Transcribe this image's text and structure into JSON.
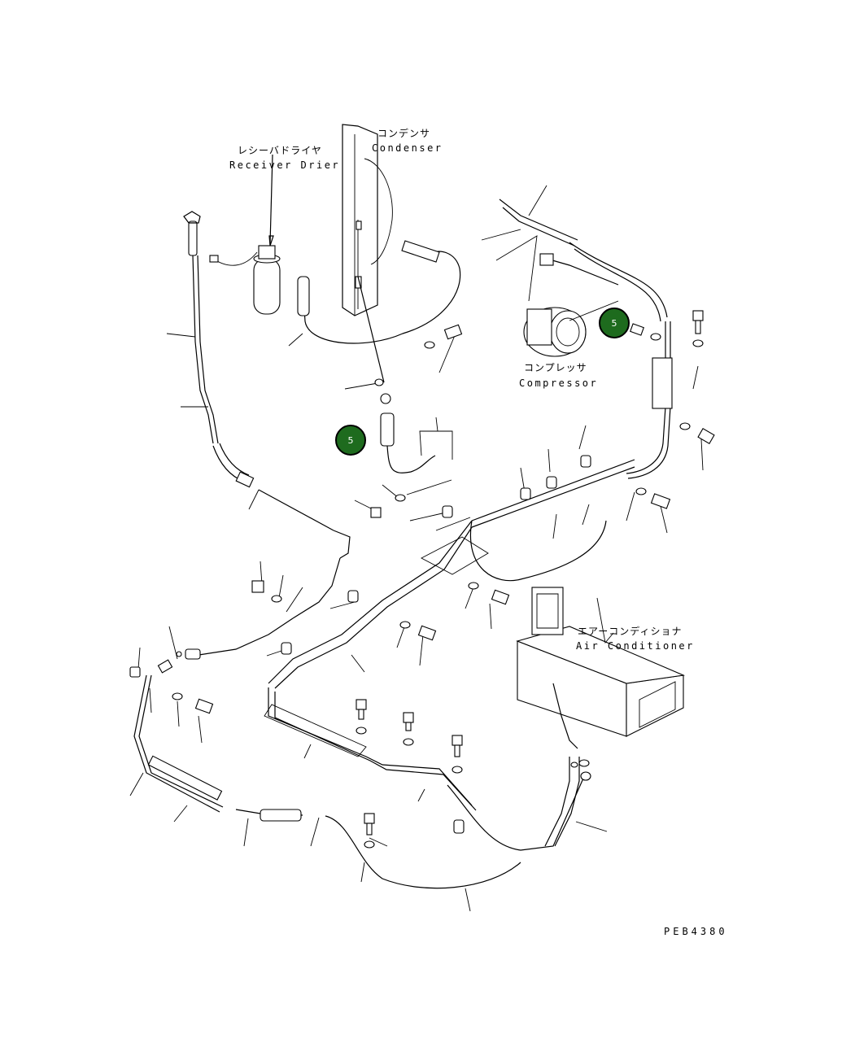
{
  "labels": {
    "receiver_drier_jp": "レシーバドライヤ",
    "receiver_drier_en": "Receiver Drier",
    "condenser_jp": "コンデンサ",
    "condenser_en": "Condenser",
    "compressor_jp": "コンプレッサ",
    "compressor_en": "Compressor",
    "air_conditioner_jp": "エアーコンディショナ",
    "air_conditioner_en": "Air Conditioner",
    "drawing_code": "PEB4380"
  },
  "callouts": [
    {
      "id": "callout-compressor",
      "text": "5"
    },
    {
      "id": "callout-hose",
      "text": "5"
    }
  ],
  "colors": {
    "callout_fill": "#1e6b1e",
    "line": "#000000",
    "background": "#ffffff"
  }
}
